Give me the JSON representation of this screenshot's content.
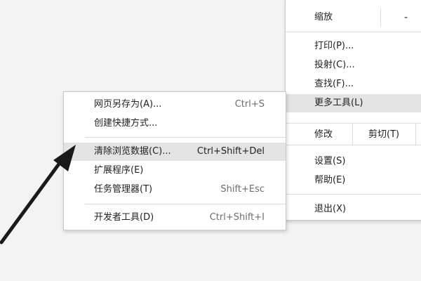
{
  "main_menu": {
    "zoom": {
      "label": "缩放",
      "minus": "-"
    },
    "print": "打印(P)...",
    "cast": "投射(C)...",
    "find": "查找(F)...",
    "more_tools": "更多工具(L)",
    "edit": {
      "label": "修改",
      "cut": "剪切(T)"
    },
    "settings": "设置(S)",
    "help": "帮助(E)",
    "exit": "退出(X)"
  },
  "more_tools_menu": {
    "items": [
      {
        "label": "网页另存为(A)...",
        "shortcut": "Ctrl+S"
      },
      {
        "label": "创建快捷方式...",
        "shortcut": ""
      },
      {
        "label": "清除浏览数据(C)...",
        "shortcut": "Ctrl+Shift+Del"
      },
      {
        "label": "扩展程序(E)",
        "shortcut": ""
      },
      {
        "label": "任务管理器(T)",
        "shortcut": "Shift+Esc"
      },
      {
        "label": "开发者工具(D)",
        "shortcut": "Ctrl+Shift+I"
      }
    ]
  },
  "colors": {
    "highlight": "#e3e3e3",
    "arrow": "#1a1a1a"
  }
}
